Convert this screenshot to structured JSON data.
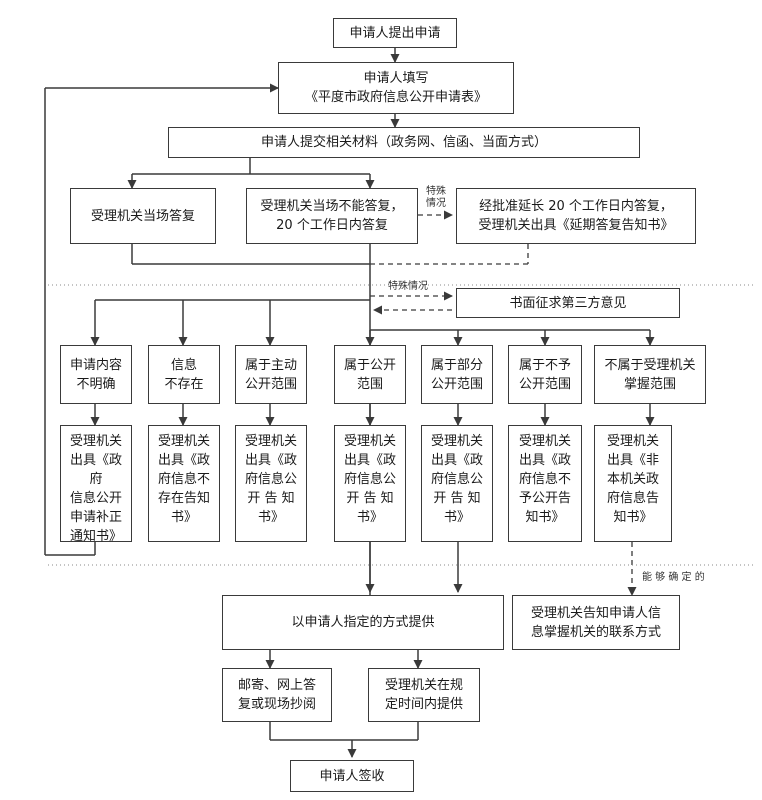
{
  "nodes": {
    "apply": "申请人提出申请",
    "fill_line1": "申请人填写",
    "fill_line2": "《平度市政府信息公开申请表》",
    "submit": "申请人提交相关材料（政务网、信函、当面方式）",
    "reply_onsite": "受理机关当场答复",
    "cannot_reply_line1": "受理机关当场不能答复，",
    "cannot_reply_line2": "20 个工作日内答复",
    "extend_line1": "经批准延长 20 个工作日内答复，",
    "extend_line2": "受理机关出具《延期答复告知书》",
    "third_party": "书面征求第三方意见",
    "cat_unclear": "申请内容\n不明确",
    "cat_not_exist": "信息\n不存在",
    "cat_active": "属于主动\n公开范围",
    "cat_public": "属于公开\n范围",
    "cat_partial": "属于部分\n公开范围",
    "cat_not_public": "属于不予\n公开范围",
    "cat_not_held": "不属于受理机关\n掌握范围",
    "doc_unclear": "受理机关\n出具《政府\n信息公开\n申请补正\n通知书》",
    "doc_not_exist": "受理机关\n出具《政\n府信息不\n存在告知\n书》",
    "doc_active": "受理机关\n出具《政\n府信息公\n开 告 知\n书》",
    "doc_public": "受理机关\n出具《政\n府信息公\n开 告 知\n书》",
    "doc_partial": "受理机关\n出具《政\n府信息公\n开 告 知\n书》",
    "doc_not_public": "受理机关\n出具《政\n府信息不\n予公开告\n知书》",
    "doc_not_held": "受理机关\n出具《非\n本机关政\n府信息告\n知书》",
    "provide": "以申请人指定的方式提供",
    "inform_contact": "受理机关告知申请人信\n息掌握机关的联系方式",
    "mail": "邮寄、网上答\n复或现场抄阅",
    "in_time": "受理机关在规\n定时间内提供",
    "sign": "申请人签收"
  },
  "labels": {
    "special_1": "特殊\n情况",
    "special_2": "特殊情况",
    "can_determine": "能 够 确 定 的"
  }
}
